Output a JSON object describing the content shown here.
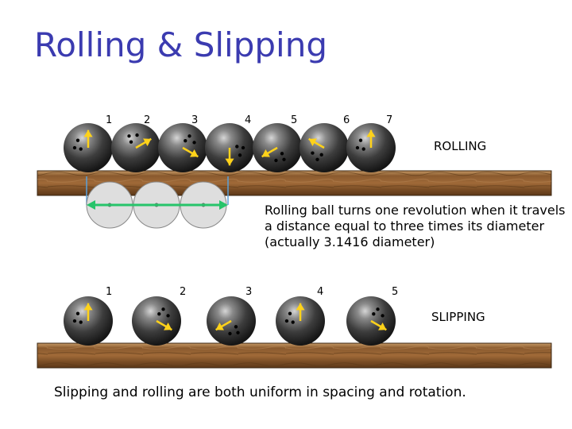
{
  "title": "Rolling & Slipping",
  "rolling": {
    "label": "ROLLING",
    "numbers": [
      "1",
      "2",
      "3",
      "4",
      "5",
      "6",
      "7"
    ],
    "arrow_angles_deg": [
      0,
      60,
      120,
      180,
      240,
      300,
      360
    ]
  },
  "slipping": {
    "label": "SLIPPING",
    "numbers": [
      "1",
      "2",
      "3",
      "4",
      "5"
    ],
    "arrow_angles_deg": [
      0,
      120,
      240,
      360,
      120
    ]
  },
  "description": "Rolling ball turns one revolution when it travels a distance equal to three times its diameter (actually 3.1416 diameter)",
  "footer": "Slipping and rolling are both uniform in spacing and rotation.",
  "colors": {
    "title": "#3b3bb0",
    "arrow": "#ffd21a",
    "measure": "#27c46a",
    "wood": "#8b5a2b"
  }
}
